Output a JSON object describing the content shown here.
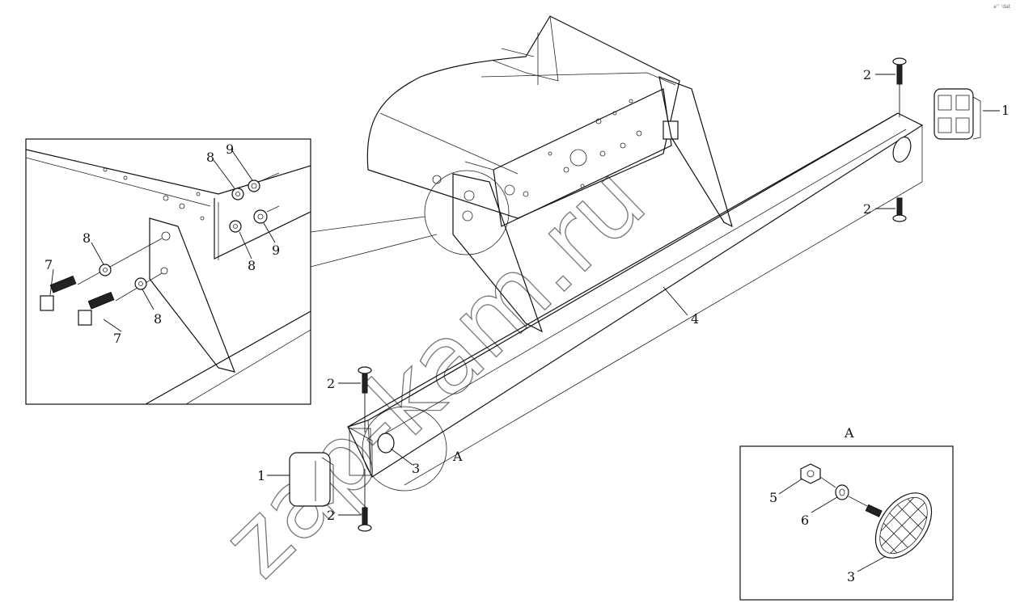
{
  "watermark": "zap-kam.ru",
  "corner_mark": "a’’ ‘dat",
  "detail_view": {
    "title": "A"
  },
  "main_view": {
    "view_marker": "A"
  },
  "callouts": {
    "c1_right": "1",
    "c1_left": "1",
    "c2_top_right": "2",
    "c2_bottom_right": "2",
    "c2_top_left": "2",
    "c2_bottom_left": "2",
    "c3_main": "3",
    "c3_detail": "3",
    "c4": "4",
    "c5": "5",
    "c6": "6",
    "c7_upper": "7",
    "c7_lower": "7",
    "c8_a": "8",
    "c8_b": "8",
    "c8_c": "8",
    "c8_d": "8",
    "c9_a": "9",
    "c9_b": "9"
  }
}
